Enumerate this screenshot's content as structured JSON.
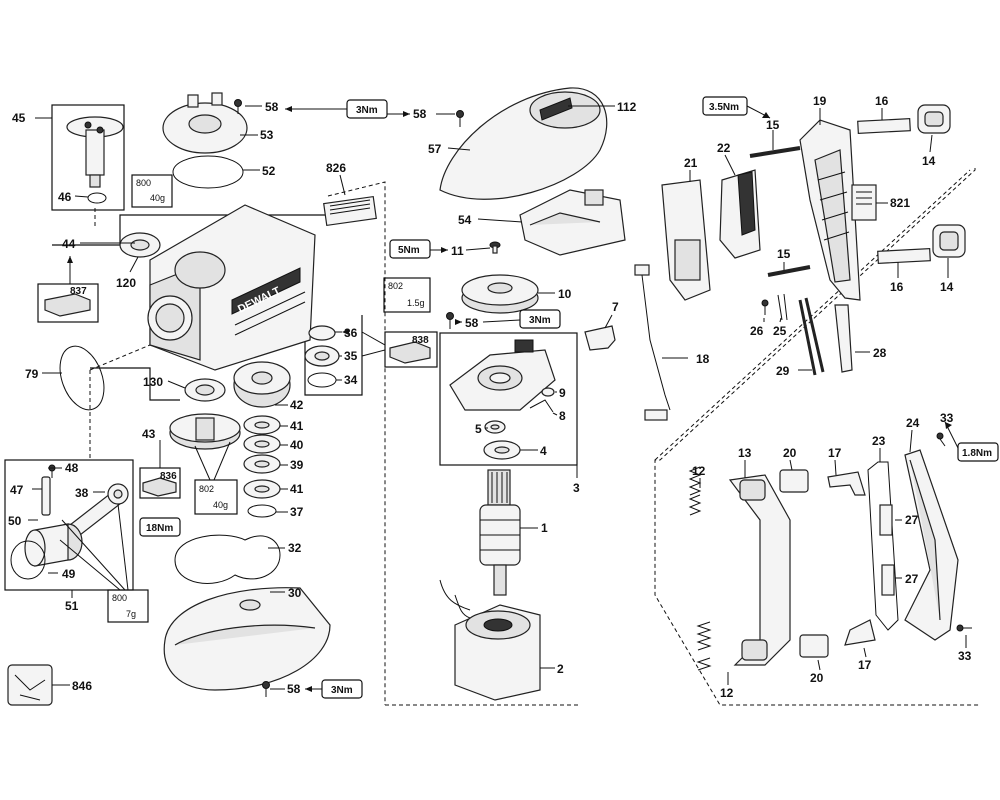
{
  "brand_logo": "DEWALT",
  "labels": {
    "l1": "1",
    "l2": "2",
    "l3": "3",
    "l4": "4",
    "l5": "5",
    "l7": "7",
    "l8": "8",
    "l9": "9",
    "l10": "10",
    "l11": "11",
    "l12a": "12",
    "l12b": "12",
    "l13": "13",
    "l14a": "14",
    "l14b": "14",
    "l15a": "15",
    "l15b": "15",
    "l16a": "16",
    "l16b": "16",
    "l17a": "17",
    "l17b": "17",
    "l18": "18",
    "l19": "19",
    "l20a": "20",
    "l20b": "20",
    "l21": "21",
    "l22": "22",
    "l23": "23",
    "l24": "24",
    "l25": "25",
    "l26": "26",
    "l27a": "27",
    "l27b": "27",
    "l28": "28",
    "l29": "29",
    "l30": "30",
    "l32": "32",
    "l33a": "33",
    "l33b": "33",
    "l34": "34",
    "l35": "35",
    "l36": "36",
    "l37": "37",
    "l38": "38",
    "l39": "39",
    "l40": "40",
    "l41a": "41",
    "l41b": "41",
    "l42": "42",
    "l43": "43",
    "l44": "44",
    "l45": "45",
    "l46": "46",
    "l47": "47",
    "l48": "48",
    "l49": "49",
    "l50": "50",
    "l51": "51",
    "l52": "52",
    "l53": "53",
    "l54": "54",
    "l57": "57",
    "l58a": "58",
    "l58b": "58",
    "l58c": "58",
    "l58d": "58",
    "l79": "79",
    "l112": "112",
    "l120": "120",
    "l130": "130",
    "l821": "821",
    "l826": "826",
    "l846": "846"
  },
  "torque": {
    "t58a": "3Nm",
    "t58b": "3Nm",
    "t58c": "3Nm",
    "t11": "5Nm",
    "t15": "3.5Nm",
    "t33": "1.8Nm",
    "t43": "18Nm"
  },
  "lube": {
    "g800a": {
      "code": "800",
      "qty": "40g"
    },
    "g802a": {
      "code": "802",
      "qty": "1.5g"
    },
    "g802b": {
      "code": "802",
      "qty": "40g"
    },
    "g800b": {
      "code": "800",
      "qty": "7g"
    }
  },
  "kits": {
    "k837": "837",
    "k838": "838",
    "k836": "836"
  }
}
